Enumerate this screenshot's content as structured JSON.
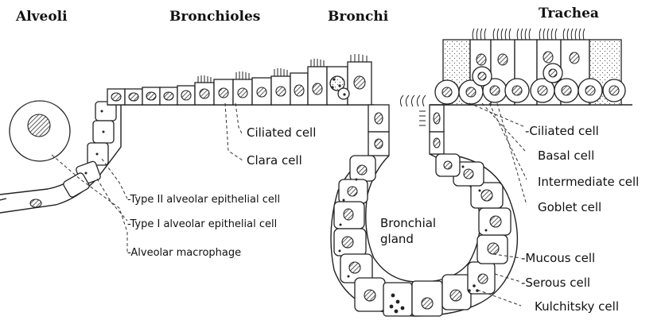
{
  "headings": {
    "alveoli": "Alveoli",
    "bronchioles": "Bronchioles",
    "bronchi": "Bronchi",
    "trachea": "Trachea"
  },
  "labels": {
    "ciliated_cell_bronchiole": "Ciliated cell",
    "clara_cell": "Clara cell",
    "type2": "-Type II alveolar epithelial cell",
    "type1": "-Type I alveolar epithelial cell",
    "macrophage": "-Alveolar macrophage",
    "bronchial_gland_line1": "Bronchial",
    "bronchial_gland_line2": "gland",
    "ciliated_cell_trachea": "-Ciliated cell",
    "basal_cell": "Basal cell",
    "intermediate_cell": "Intermediate cell",
    "goblet_cell": "Goblet cell",
    "mucous_cell": "-Mucous cell",
    "serous_cell": "-Serous cell",
    "kulchitsky_cell": "Kulchitsky cell"
  }
}
